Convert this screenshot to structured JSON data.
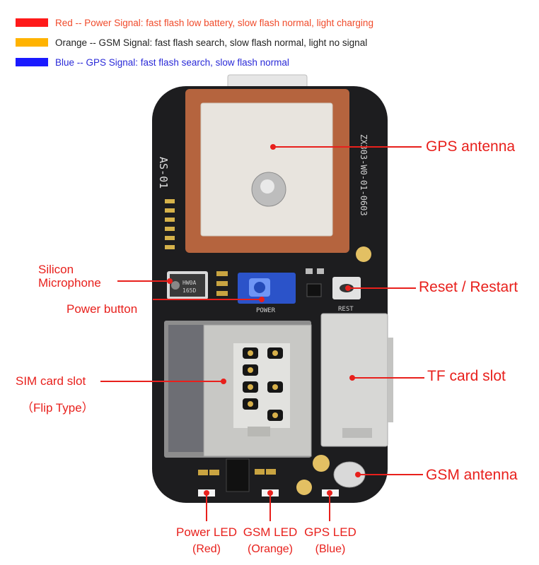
{
  "colors": {
    "red": "#ff1a1a",
    "orange": "#ffb300",
    "blue": "#1a1aff",
    "callout": "#e8201c",
    "red_text": "#f04a2a",
    "orange_text": "#222222",
    "blue_text": "#2a2ad8"
  },
  "legend": [
    {
      "swatch": "#ff1a1a",
      "text": "Red -- Power Signal: fast flash low battery, slow flash normal, light charging"
    },
    {
      "swatch": "#ffb300",
      "text": "Orange -- GSM Signal: fast flash search, slow flash normal, light no signal"
    },
    {
      "swatch": "#1a1aff",
      "text": "Blue -- GPS Signal: fast flash search, slow flash normal"
    }
  ],
  "board": {
    "vertical_print": "ZX303-W0-01-0603",
    "left_print": "AS-01",
    "mic_print": "HW0A\n165D",
    "power_print": "POWER",
    "reset_print": "REST"
  },
  "callouts": {
    "gps_antenna": "GPS antenna",
    "mic_line1": "Silicon",
    "mic_line2": "Microphone",
    "power_button": "Power button",
    "reset": "Reset / Restart",
    "sim_line1": "SIM card slot",
    "sim_line2": "（Flip Type）",
    "tf_card": "TF card slot",
    "gsm_antenna": "GSM antenna",
    "power_led_line1": "Power LED",
    "power_led_line2": "(Red)",
    "gsm_led_line1": "GSM LED",
    "gsm_led_line2": "(Orange)",
    "gps_led_line1": "GPS LED",
    "gps_led_line2": "(Blue)"
  }
}
